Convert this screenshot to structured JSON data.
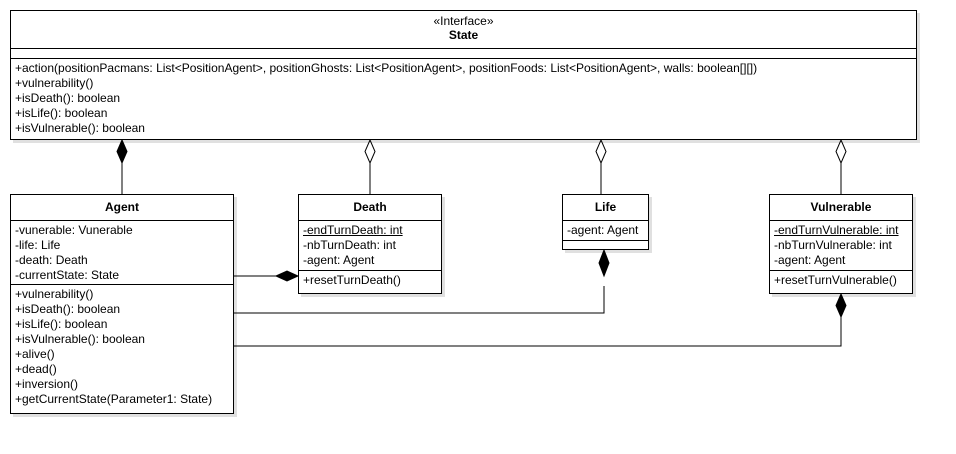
{
  "state": {
    "stereotype": "«Interface»",
    "name": "State",
    "operations": [
      "+action(positionPacmans: List<PositionAgent>, positionGhosts: List<PositionAgent>, positionFoods: List<PositionAgent>, walls: boolean[][])",
      "+vulnerability()",
      "+isDeath(): boolean",
      "+isLife(): boolean",
      "+isVulnerable(): boolean"
    ]
  },
  "agent": {
    "name": "Agent",
    "attributes": [
      "-vunerable: Vunerable",
      "-life: Life",
      "-death: Death",
      "-currentState: State"
    ],
    "operations": [
      "+vulnerability()",
      "+isDeath(): boolean",
      "+isLife(): boolean",
      "+isVulnerable(): boolean",
      "+alive()",
      "+dead()",
      "+inversion()",
      "+getCurrentState(Parameter1: State)"
    ]
  },
  "death": {
    "name": "Death",
    "attributes": [
      "-endTurnDeath: int",
      "-nbTurnDeath: int",
      "-agent: Agent"
    ],
    "operations": [
      "+resetTurnDeath()"
    ]
  },
  "life": {
    "name": "Life",
    "attributes": [
      "-agent: Agent"
    ]
  },
  "vulnerable": {
    "name": "Vulnerable",
    "attributes": [
      "-endTurnVulnerable: int",
      "-nbTurnVulnerable: int",
      "-agent: Agent"
    ],
    "operations": [
      "+resetTurnVulnerable()"
    ]
  }
}
